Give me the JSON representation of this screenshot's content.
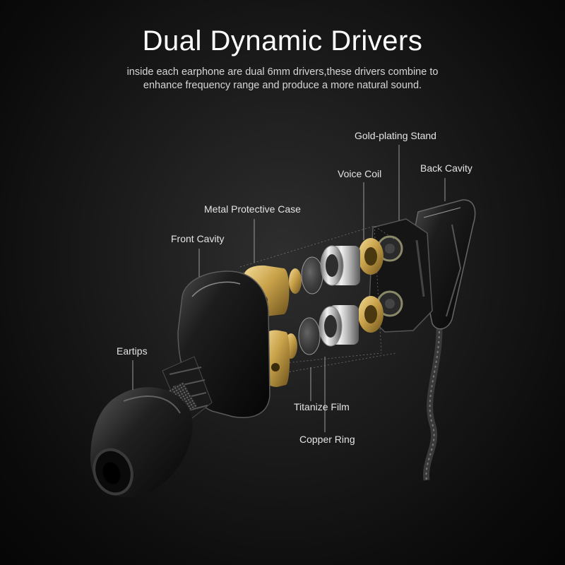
{
  "header": {
    "title": "Dual Dynamic Drivers",
    "subtitle_line1": "inside each earphone are dual 6mm drivers,these drivers combine to",
    "subtitle_line2": "enhance frequency  range and produce a more natural sound."
  },
  "labels": {
    "gold_plating_stand": "Gold-plating Stand",
    "voice_coil": "Voice Coil",
    "back_cavity": "Back Cavity",
    "metal_protective_case": "Metal Protective Case",
    "front_cavity": "Front  Cavity",
    "eartips": "Eartips",
    "titanize_film": "Titanize Film",
    "copper_ring": "Copper Ring"
  },
  "colors": {
    "background": "#111111",
    "gold": "#c9a24a",
    "silver": "#cfcfcf",
    "shell": "#1c1c1c",
    "label": "#e4e4e4"
  }
}
